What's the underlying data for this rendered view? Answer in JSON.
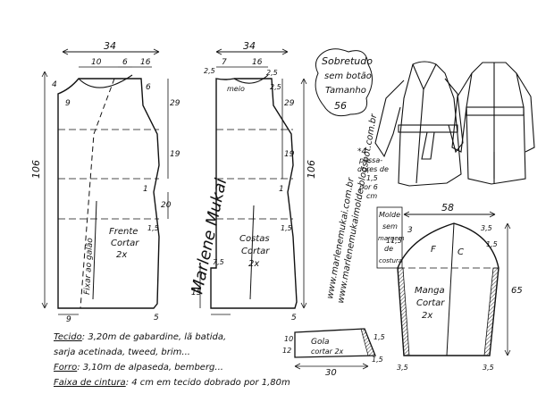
{
  "title": {
    "line1": "Sobretudo",
    "line2": "sem botão",
    "line3": "Tamanho",
    "size": "56"
  },
  "front": {
    "width": "34",
    "top_left": "10",
    "top_mid": "6",
    "top_right": "16",
    "neck_side": "4",
    "neck_drop": "9",
    "right_a": "6",
    "right_b": "29",
    "right_c": "19",
    "right_d": "1",
    "right_e": "20",
    "right_f": "1,5",
    "height": "106",
    "fold_label": "Fixar ao galão",
    "piece_name": "Frente",
    "cut": "Cortar",
    "count": "2x",
    "bottom_left": "9",
    "bottom_right": "5"
  },
  "back": {
    "width": "34",
    "top_a": "2,5",
    "top_b": "7",
    "top_c": "16",
    "top_d": "2,5",
    "neck": "meio",
    "right_a": "2,5",
    "right_b": "29",
    "right_c": "19",
    "right_d": "1",
    "right_e": "1,5",
    "height": "106",
    "piece_name": "Costas",
    "cut": "Cortar",
    "count": "2x",
    "vent_w": "7,5",
    "vent_h": "15",
    "bottom": "5"
  },
  "signature": "Marlene Mukai",
  "website": "www.marlenemukai.com.br",
  "website2": "www.marlenemukaimolde.blogspot.com.br",
  "loops_note": {
    "l1": "*4",
    "l2": "passa-",
    "l3": "dores de",
    "l4": "1,5",
    "l5": "por 6",
    "l6": "cm"
  },
  "sleeve": {
    "width": "58",
    "left_a": "3",
    "left_b": "11,5",
    "right_a": "3,5",
    "right_b": "1,5",
    "label_f": "F",
    "label_c": "C",
    "piece_name": "Manga",
    "cut": "Cortar",
    "count": "2x",
    "height": "65",
    "bottom_left": "3,5",
    "bottom_right": "3,5",
    "note": {
      "l1": "Molde",
      "l2": "sem",
      "l3": "margem",
      "l4": "de",
      "l5": "costura"
    }
  },
  "collar": {
    "name": "Gola",
    "cut": "cortar 2x",
    "h1": "12",
    "h2": "10",
    "h3": "1,5",
    "width": "30",
    "tab": "1,5"
  },
  "notes": [
    {
      "label": "Tecido",
      "text": ": 3,20m de gabardine, lã batida,"
    },
    {
      "label": "",
      "text": "sarja acetinada, tweed, brim..."
    },
    {
      "label": "Forro",
      "text": ": 3,10m de alpaseda, bemberg..."
    },
    {
      "label": "Faixa de cintura",
      "text": ": 4 cm em tecido dobrado por 1,80m"
    }
  ],
  "colors": {
    "line": "#111111",
    "hatch": "#333333",
    "paper": "#ffffff"
  }
}
